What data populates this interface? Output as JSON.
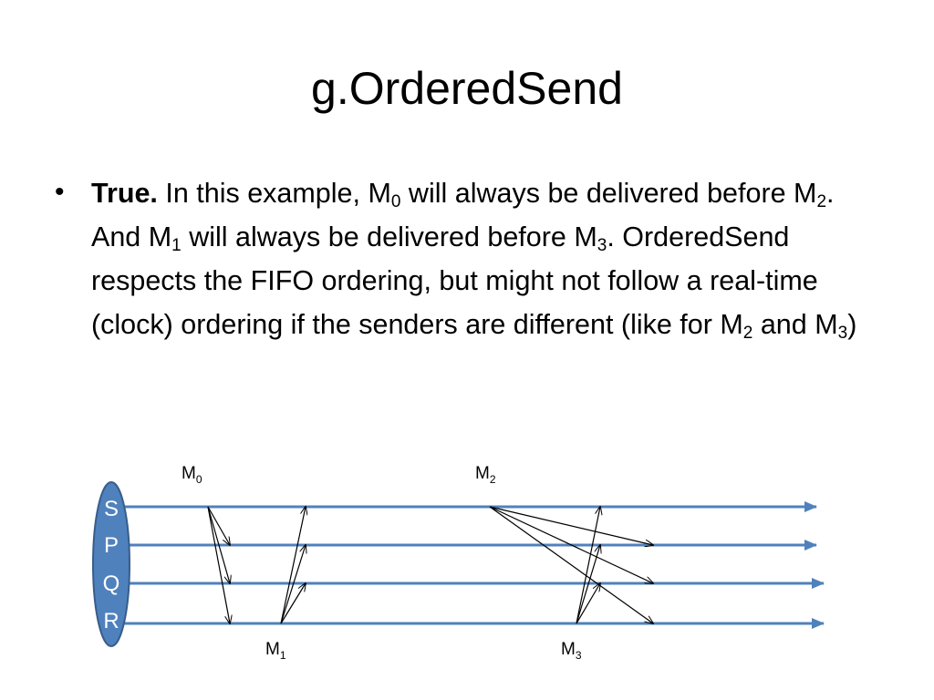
{
  "slide": {
    "title": "g.OrderedSend",
    "bullet": {
      "lead": "True.",
      "segments": [
        "  In this example, M",
        "0",
        " will always be delivered before M",
        "2",
        ".  And M",
        "1",
        " will always be delivered before M",
        "3",
        ".  OrderedSend respects the FIFO ordering, but might not follow a real-time (clock) ordering if the senders are different (like for M",
        "2",
        " and M",
        "3",
        ")"
      ]
    }
  },
  "diagram": {
    "processes": [
      "S",
      "P",
      "Q",
      "R"
    ],
    "messages": [
      {
        "name": "M",
        "sub": "0",
        "sender": "S",
        "delivers_to": [
          "P",
          "Q",
          "R"
        ]
      },
      {
        "name": "M",
        "sub": "1",
        "sender": "R",
        "delivers_to": [
          "S",
          "P",
          "Q"
        ]
      },
      {
        "name": "M",
        "sub": "2",
        "sender": "S",
        "delivers_to": [
          "P",
          "Q",
          "R"
        ]
      },
      {
        "name": "M",
        "sub": "3",
        "sender": "R",
        "delivers_to": [
          "S",
          "P",
          "Q"
        ]
      }
    ],
    "colors": {
      "timeline": "#4f81bd",
      "oval_fill": "#4f81bd",
      "oval_stroke": "#385d8a",
      "process_label": "#ffffff",
      "arrow": "#000000"
    }
  }
}
